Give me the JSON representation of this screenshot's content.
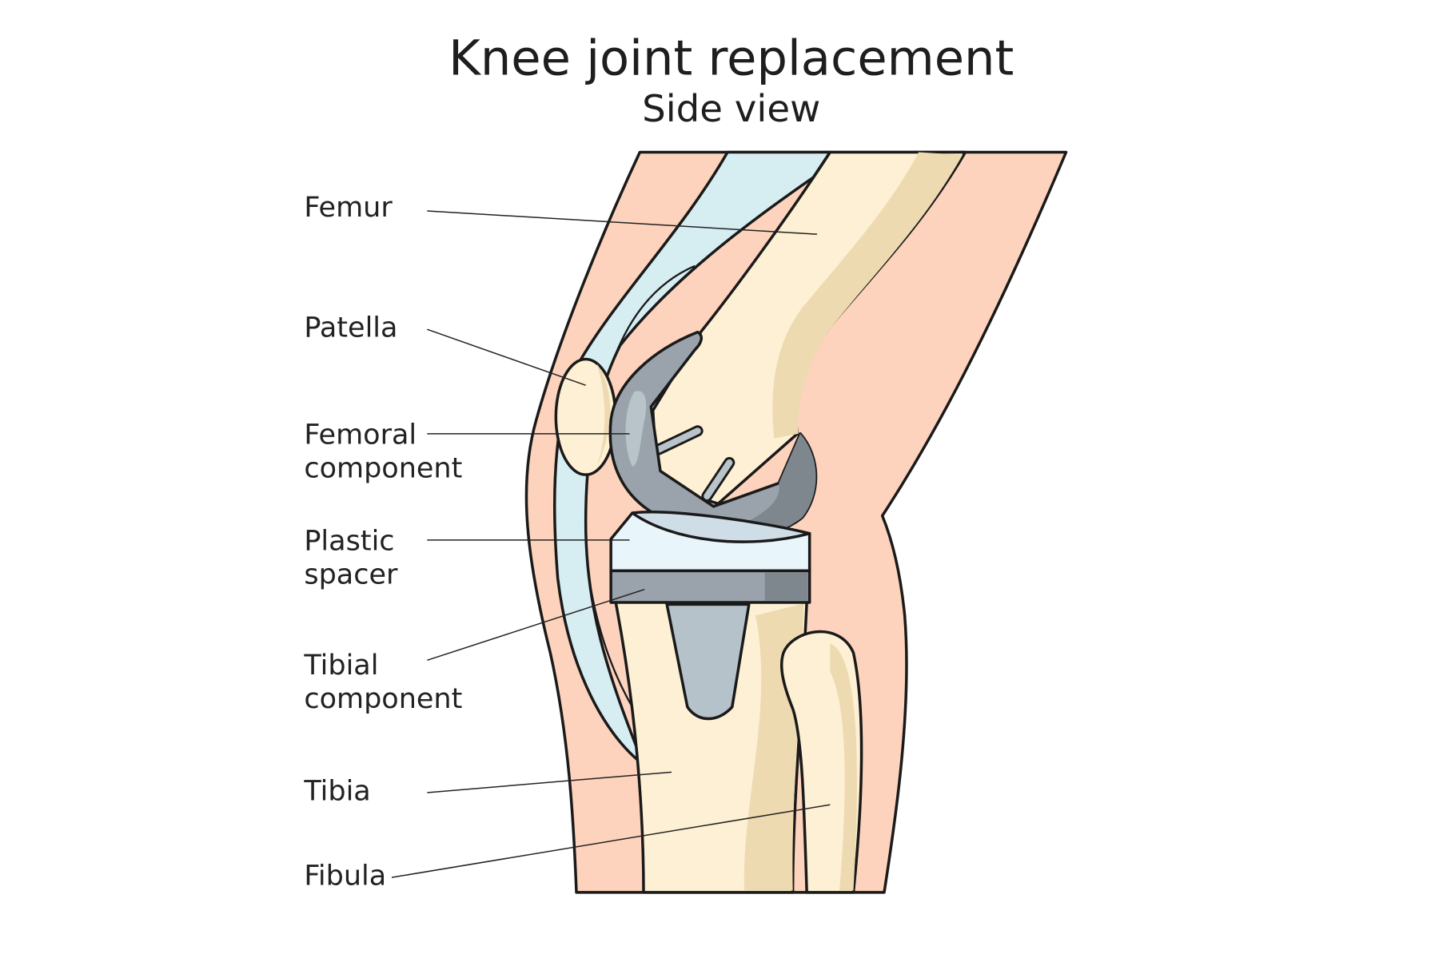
{
  "title": "Knee joint replacement",
  "subtitle": "Side view",
  "labels": {
    "femur": [
      "Femur"
    ],
    "patella": [
      "Patella"
    ],
    "femoral_component": [
      "Femoral",
      "component"
    ],
    "plastic_spacer": [
      "Plastic",
      "spacer"
    ],
    "tibial_component": [
      "Tibial",
      "component"
    ],
    "tibia": [
      "Tibia"
    ],
    "fibula": [
      "Fibula"
    ]
  },
  "colors": {
    "skin": "#FDD3BD",
    "tendon": "#D6EEF2",
    "bone": "#FEF0D4",
    "bone_shade": "#EDDAB0",
    "implant": "#9AA3AB",
    "implant_dark": "#7E878E",
    "spacer": "#E8F5FB"
  }
}
